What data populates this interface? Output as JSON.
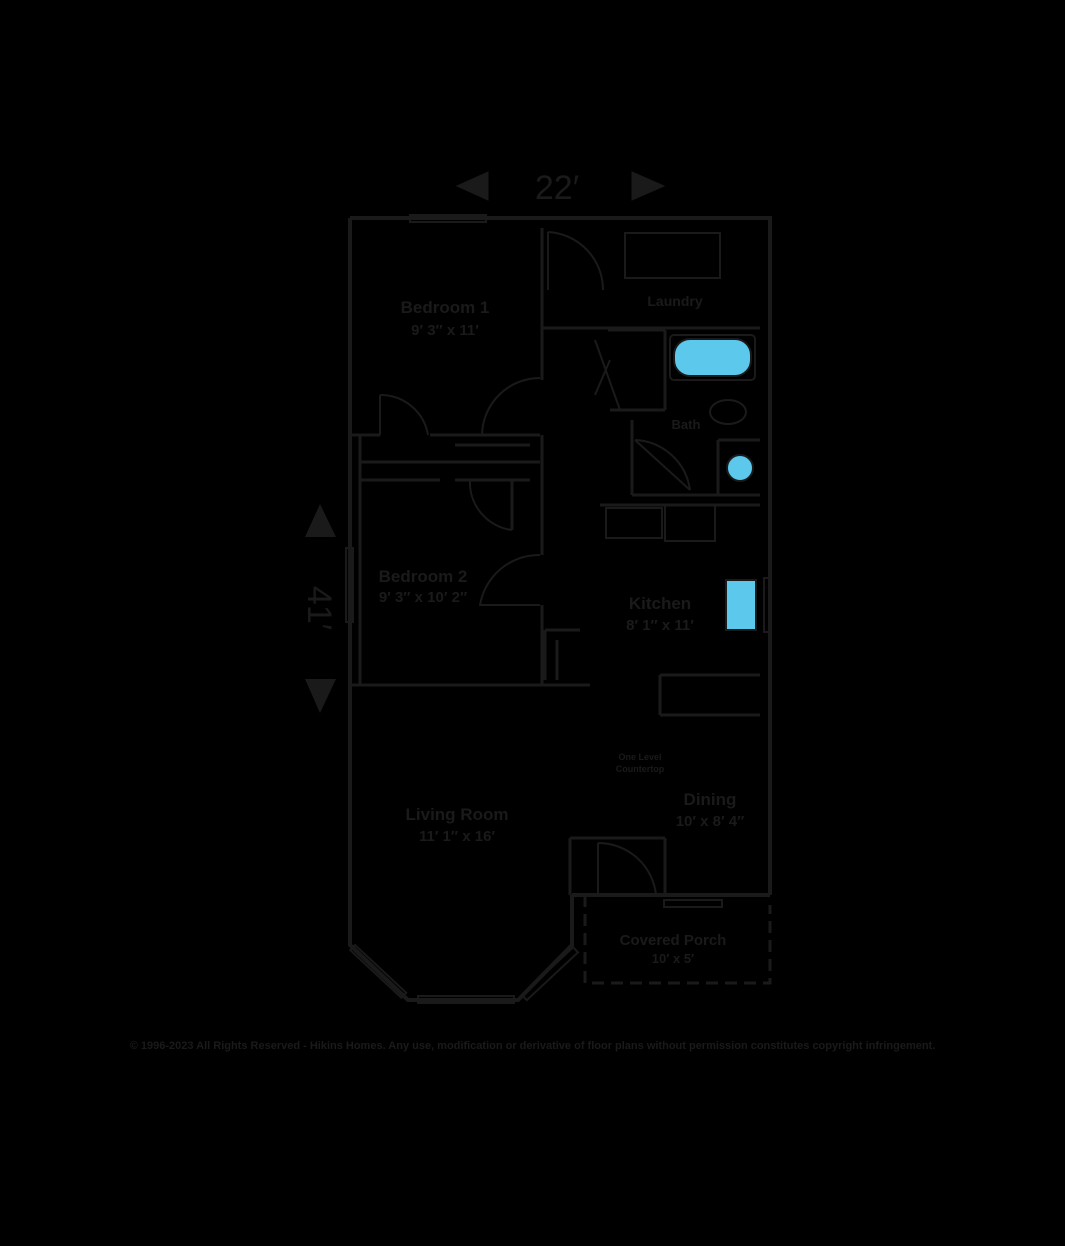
{
  "colors": {
    "background": "#000000",
    "walls": "#1a1a1a",
    "fixture_fill": "#5bc8ec"
  },
  "dimensions": {
    "width": "22′",
    "depth": "41′"
  },
  "rooms": {
    "bedroom1": {
      "name": "Bedroom 1",
      "size": "9′ 3″ x 11′"
    },
    "laundry": {
      "name": "Laundry"
    },
    "bath": {
      "name": "Bath"
    },
    "bedroom2": {
      "name": "Bedroom 2",
      "size": "9′ 3″ x 10′ 2″"
    },
    "kitchen": {
      "name": "Kitchen",
      "size": "8′ 1″ x 11′"
    },
    "living": {
      "name": "Living Room",
      "size": "11′ 1″ x 16′"
    },
    "dining": {
      "name": "Dining",
      "size": "10′ x 8′ 4″"
    },
    "porch": {
      "name": "Covered Porch",
      "size": "10′ x 5′"
    }
  },
  "annotations": {
    "counter_line1": "One Level",
    "counter_line2": "Countertop"
  },
  "copyright": "© 1996-2023 All Rights Reserved - Hikins Homes. Any use, modification or derivative of floor plans without permission constitutes copyright infringement."
}
